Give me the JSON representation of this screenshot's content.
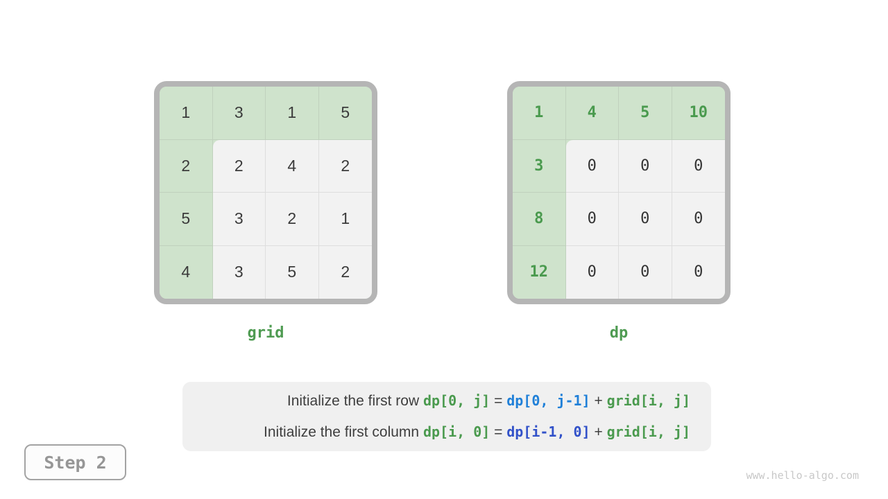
{
  "figure": {
    "grids": [
      {
        "id": "grid",
        "label": "grid",
        "rows": [
          [
            "1",
            "3",
            "1",
            "5"
          ],
          [
            "2",
            "2",
            "4",
            "2"
          ],
          [
            "5",
            "3",
            "2",
            "1"
          ],
          [
            "4",
            "3",
            "5",
            "2"
          ]
        ],
        "value_font": "sans",
        "highlight": "first-row-and-first-column",
        "highlight_values_green": false
      },
      {
        "id": "dp",
        "label": "dp",
        "rows": [
          [
            "1",
            "4",
            "5",
            "10"
          ],
          [
            "3",
            "0",
            "0",
            "0"
          ],
          [
            "8",
            "0",
            "0",
            "0"
          ],
          [
            "12",
            "0",
            "0",
            "0"
          ]
        ],
        "value_font": "mono",
        "highlight": "first-row-and-first-column",
        "highlight_values_green": true
      }
    ],
    "caption": {
      "lines": [
        {
          "segments": [
            {
              "text": "Initialize the first row ",
              "style": "plain"
            },
            {
              "text": "dp[0, j]",
              "style": "green"
            },
            {
              "text": " = ",
              "style": "plain"
            },
            {
              "text": "dp[0, j-1]",
              "style": "blue1"
            },
            {
              "text": " + ",
              "style": "plain"
            },
            {
              "text": "grid[i, j]",
              "style": "green"
            }
          ]
        },
        {
          "segments": [
            {
              "text": "Initialize the first column ",
              "style": "plain"
            },
            {
              "text": "dp[i, 0]",
              "style": "green"
            },
            {
              "text": " = ",
              "style": "plain"
            },
            {
              "text": "dp[i-1, 0]",
              "style": "blue2"
            },
            {
              "text": " + ",
              "style": "plain"
            },
            {
              "text": "grid[i, j]",
              "style": "green"
            }
          ]
        }
      ]
    },
    "step_badge": {
      "label": "Step 2"
    },
    "watermark": "www.hello-algo.com",
    "colors": {
      "cell_green_bg": "#cfe3cc",
      "cell_gray_bg": "#f2f2f2",
      "matrix_border": "#b5b5b5",
      "accent_green": "#4a9a4e",
      "code_blue_first_row": "#2080d8",
      "code_blue_first_col": "#3252c9",
      "caption_bg": "#f0f0f0",
      "text_dark": "#3b3b3b",
      "step_gray": "#969696",
      "watermark_gray": "#c8c8c8"
    }
  }
}
